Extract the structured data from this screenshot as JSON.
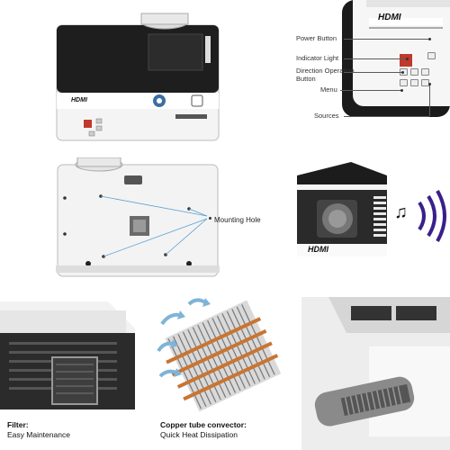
{
  "projector_top": {
    "hdmi_badge": "HDMI"
  },
  "control_panel": {
    "hdmi_badge": "HDMI",
    "callouts": [
      {
        "key": "power",
        "label": "Power Button"
      },
      {
        "key": "indicator",
        "label": "Indicator Light"
      },
      {
        "key": "direction",
        "label": "Direction Operation\nButton"
      },
      {
        "key": "menu",
        "label": "Menu"
      },
      {
        "key": "sources",
        "label": "Sources"
      }
    ]
  },
  "bottom_view": {
    "mounting_label": "Mounting Hole"
  },
  "side_view": {
    "hdmi_badge": "HDMI",
    "music_icon": "music-note-icon",
    "sound_icon": "sound-waves-icon"
  },
  "features": {
    "filter_title": "Filter:",
    "filter_desc": "Easy Maintenance",
    "copper_title": "Copper tube convector:",
    "copper_desc": "Quick Heat Dissipation"
  },
  "colors": {
    "indicator_red": "#c0392b",
    "sound_purple": "#3b1f8a",
    "airflow_blue": "#7fb4d8",
    "copper": "#c87533"
  }
}
